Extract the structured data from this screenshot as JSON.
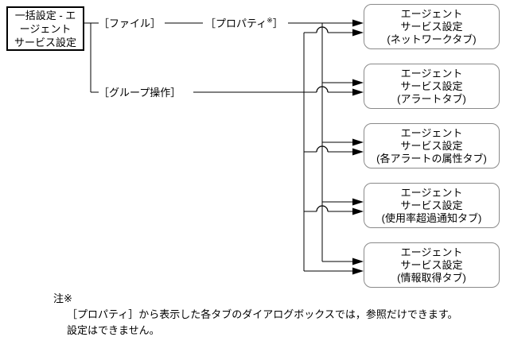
{
  "diagram": {
    "source_box": {
      "label": "一括設定 - エ\nージェント\nサービス設定"
    },
    "menu_items": {
      "file": "［ファイル］",
      "group_operation": "［グループ操作］",
      "properties_pre": "［プロパティ",
      "properties_sup": "※",
      "properties_post": "］"
    },
    "targets": [
      {
        "label": "エージェント\nサービス設定\n(ネットワークタブ)"
      },
      {
        "label": "エージェント\nサービス設定\n(アラートタブ)"
      },
      {
        "label": "エージェント\nサービス設定\n(各アラートの属性タブ)"
      },
      {
        "label": "エージェント\nサービス設定\n(使用率超過通知タブ)"
      },
      {
        "label": "エージェント\nサービス設定\n(情報取得タブ)"
      }
    ],
    "note": {
      "marker": "注※",
      "body": "［プロパティ］から表示した各タブのダイアログボックスでは，参照だけできます。\n設定はできません。"
    },
    "colors": {
      "line": "#000000",
      "target_border": "#8a8a8a",
      "text": "#000000"
    }
  }
}
